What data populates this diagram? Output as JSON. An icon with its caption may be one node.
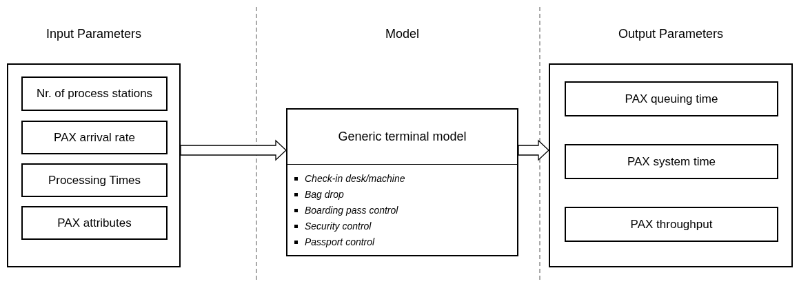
{
  "diagram": {
    "nodes": [
      {
        "text": [],
        "shape": "box"
      },
      {
        "text": [
          "Nr. of process stations"
        ],
        "in": 0
      },
      {
        "text": [
          "PAX arrival rate"
        ],
        "in": 0
      },
      {
        "text": [
          "Processing Times"
        ],
        "in": 0
      },
      {
        "text": [
          "PAX attributes"
        ],
        "in": 0
      },
      {
        "text": [
          "Generic terminal model",
          "Check-in desk/machine",
          "Bag drop",
          "Boarding pass control",
          "Security control",
          "Passport control"
        ]
      },
      {
        "text": [],
        "shape": "box"
      },
      {
        "text": [
          "PAX queuing time"
        ],
        "in": 6
      },
      {
        "text": [
          "PAX system time"
        ],
        "in": 6
      },
      {
        "text": [
          "PAX throughput"
        ],
        "in": 6
      }
    ],
    "edges": [
      {
        "from": 0,
        "to": 5,
        "arrow": "to"
      },
      {
        "from": 5,
        "to": 6,
        "arrow": "to"
      }
    ],
    "labels": [
      "Input Parameters",
      "Model",
      "Output Parameters"
    ]
  }
}
